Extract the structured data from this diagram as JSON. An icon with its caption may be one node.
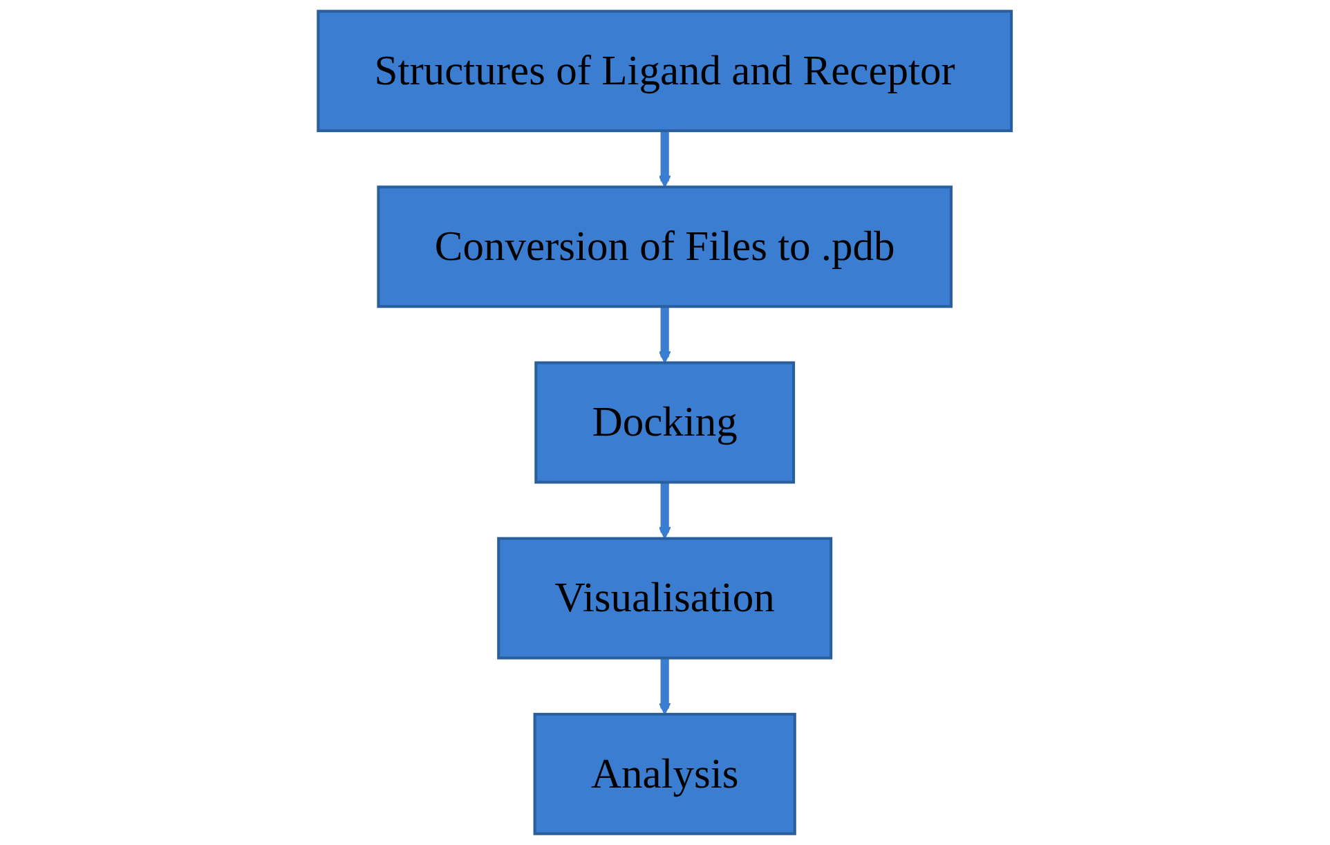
{
  "diagram": {
    "nodes": [
      {
        "text": [
          "Structures of Ligand and Receptor"
        ]
      },
      {
        "text": [
          "Conversion of Files to .pdb"
        ]
      },
      {
        "text": [
          "Docking"
        ]
      },
      {
        "text": [
          "Visualisation"
        ]
      },
      {
        "text": [
          "Analysis"
        ]
      }
    ],
    "edges": [
      {
        "from": 0,
        "to": 1,
        "arrow": "to"
      },
      {
        "from": 1,
        "to": 2,
        "arrow": "to"
      },
      {
        "from": 2,
        "to": 3,
        "arrow": "to"
      },
      {
        "from": 3,
        "to": 4,
        "arrow": "to"
      }
    ]
  }
}
